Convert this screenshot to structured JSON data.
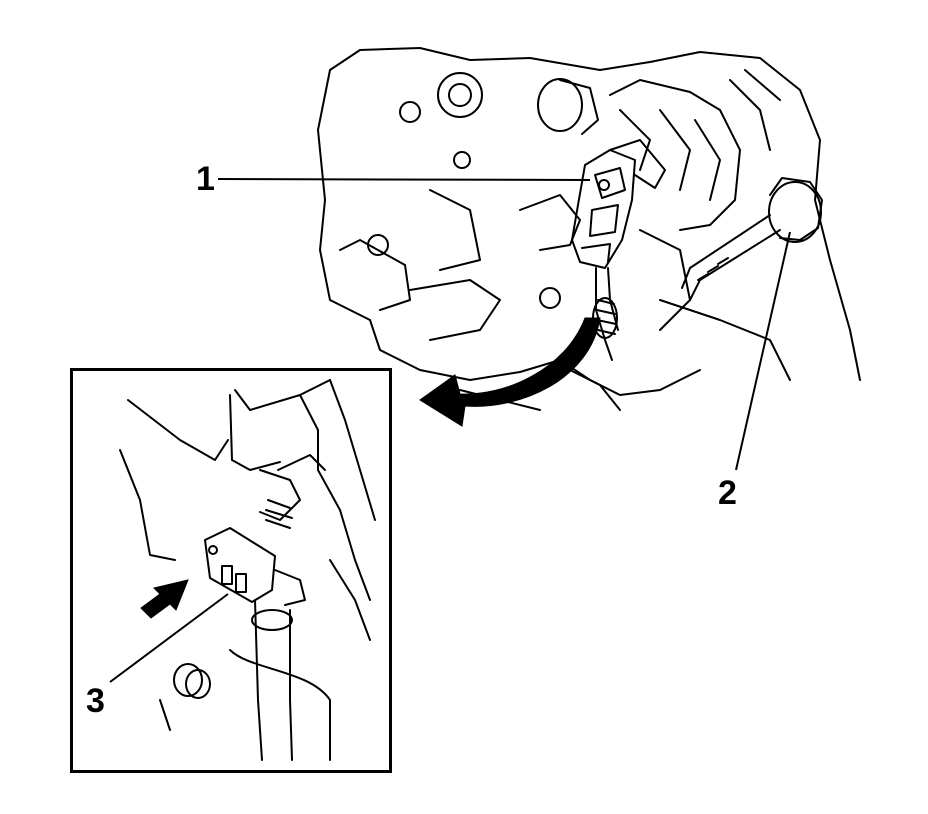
{
  "figure": {
    "callouts": [
      {
        "id": "1",
        "label": "1"
      },
      {
        "id": "2",
        "label": "2"
      },
      {
        "id": "3",
        "label": "3"
      }
    ],
    "icons": [
      "curved-direction-arrow",
      "straight-pointer-arrow"
    ],
    "colors": {
      "line": "#000000",
      "background": "#ffffff"
    }
  }
}
